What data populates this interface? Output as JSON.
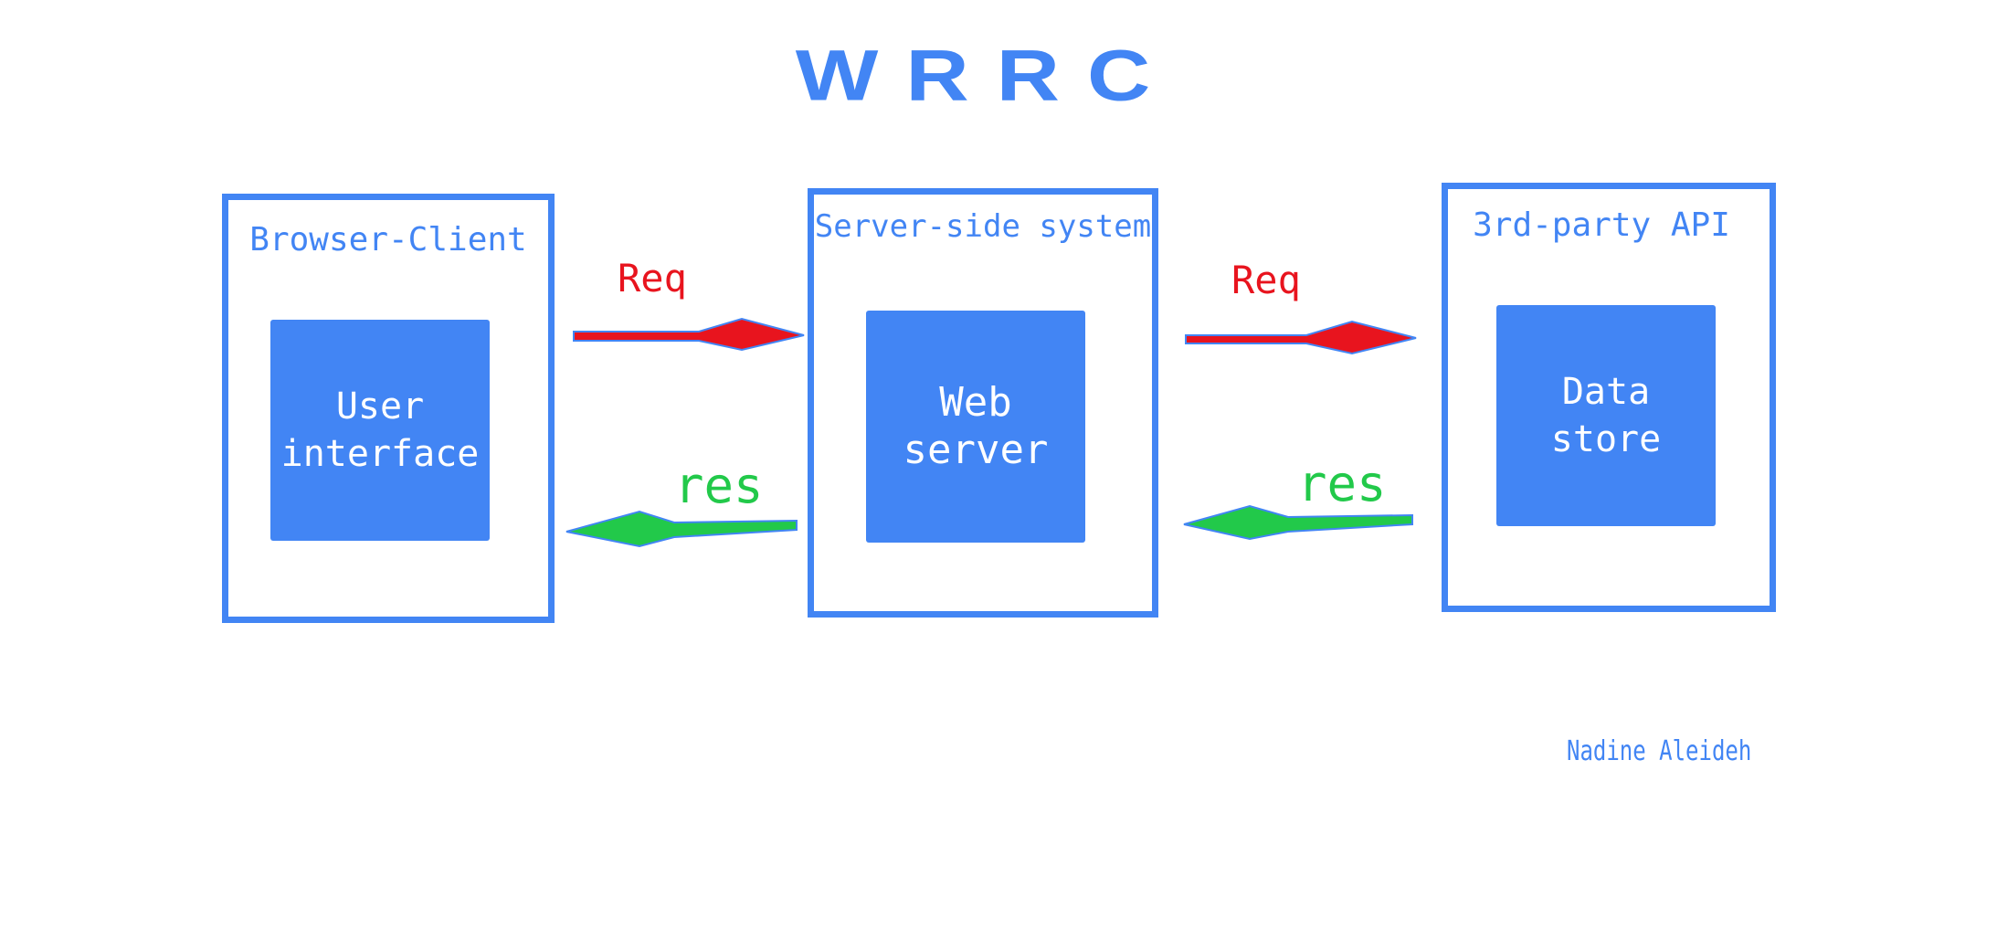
{
  "title": "WRRC",
  "panels": {
    "client": {
      "title": "Browser-Client",
      "inner": "User\ninterface"
    },
    "server": {
      "title": "Server-side system",
      "inner": "Web\nserver"
    },
    "api": {
      "title": "3rd-party API",
      "inner": "Data store"
    }
  },
  "arrows": {
    "req_1": "Req",
    "res_1": "res",
    "req_2": "Req",
    "res_2": "res"
  },
  "author": "Nadine Aleideh",
  "colors": {
    "primary": "#4285f4",
    "request": "#e8141e",
    "response": "#22c94a"
  }
}
